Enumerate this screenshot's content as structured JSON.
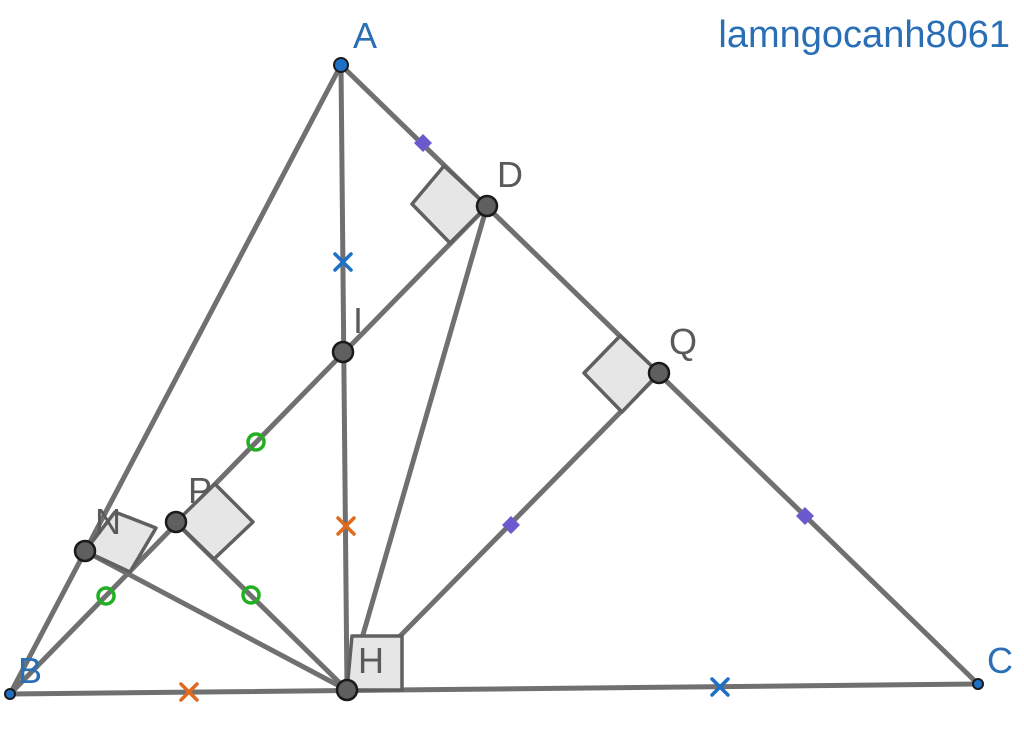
{
  "watermark": {
    "text": "lamngocanh8061"
  },
  "labels": {
    "A": "A",
    "B": "B",
    "C": "C",
    "D": "D",
    "H": "H",
    "I": "I",
    "N": "N",
    "P": "P",
    "Q": "Q"
  },
  "colors": {
    "line": "#707070",
    "right_angle_fill": "#e6e6e6",
    "right_angle_stroke": "#606060",
    "point_dark": "#5f5f5f",
    "point_blue": "#1e6fc6",
    "label_gray": "#5a5a5a",
    "label_blue": "#2a6fb6",
    "tick_blue": "#1e6fc6",
    "tick_orange": "#e06a1e",
    "tick_green": "#22b022",
    "tick_purple": "#6a5acd"
  }
}
